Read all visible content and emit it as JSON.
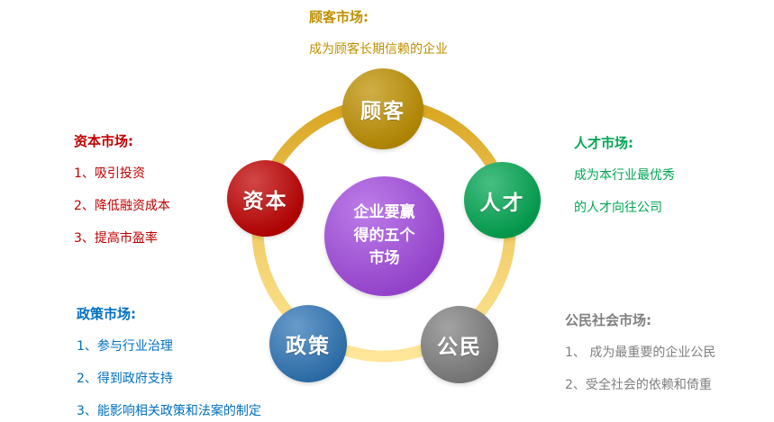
{
  "center_circle": {
    "label": "企业要赢\n得的五个\n市场",
    "color": "#A34AE0",
    "text_color": "#FFFFFF"
  },
  "nodes": [
    {
      "id": "customer",
      "label": "顾客",
      "color": "#BF9000"
    },
    {
      "id": "capital",
      "label": "资本",
      "color": "#C00000"
    },
    {
      "id": "talent",
      "label": "人才",
      "color": "#00A651"
    },
    {
      "id": "policy",
      "label": "政策",
      "color": "#2E75B6"
    },
    {
      "id": "citizen",
      "label": "公民",
      "color": "#7F7F7F"
    }
  ],
  "ring": {
    "color_dark": "#D9A521",
    "color_light": "#FFE699"
  },
  "annotations": {
    "customer": {
      "title": "顾客市场:",
      "text_color": "#BF9000",
      "lines": [
        "成为顾客长期信赖的企业"
      ]
    },
    "capital": {
      "title": "资本市场:",
      "text_color": "#C00000",
      "lines": [
        "1、吸引投资",
        "2、降低融资成本",
        "3、提高市盈率"
      ]
    },
    "talent": {
      "title": "人才市场:",
      "text_color": "#00A651",
      "lines": [
        "成为本行业最优秀",
        "的人才向往公司"
      ]
    },
    "policy": {
      "title": "政策市场:",
      "text_color": "#0070C0",
      "lines": [
        "1、参与行业治理",
        "2、得到政府支持",
        "3、能影响相关政策和法案的制定"
      ]
    },
    "citizen": {
      "title": "公民社会市场:",
      "text_color": "#7F7F7F",
      "lines": [
        "1、 成为最重要的企业公民",
        "2、受全社会的依赖和倚重"
      ]
    }
  }
}
